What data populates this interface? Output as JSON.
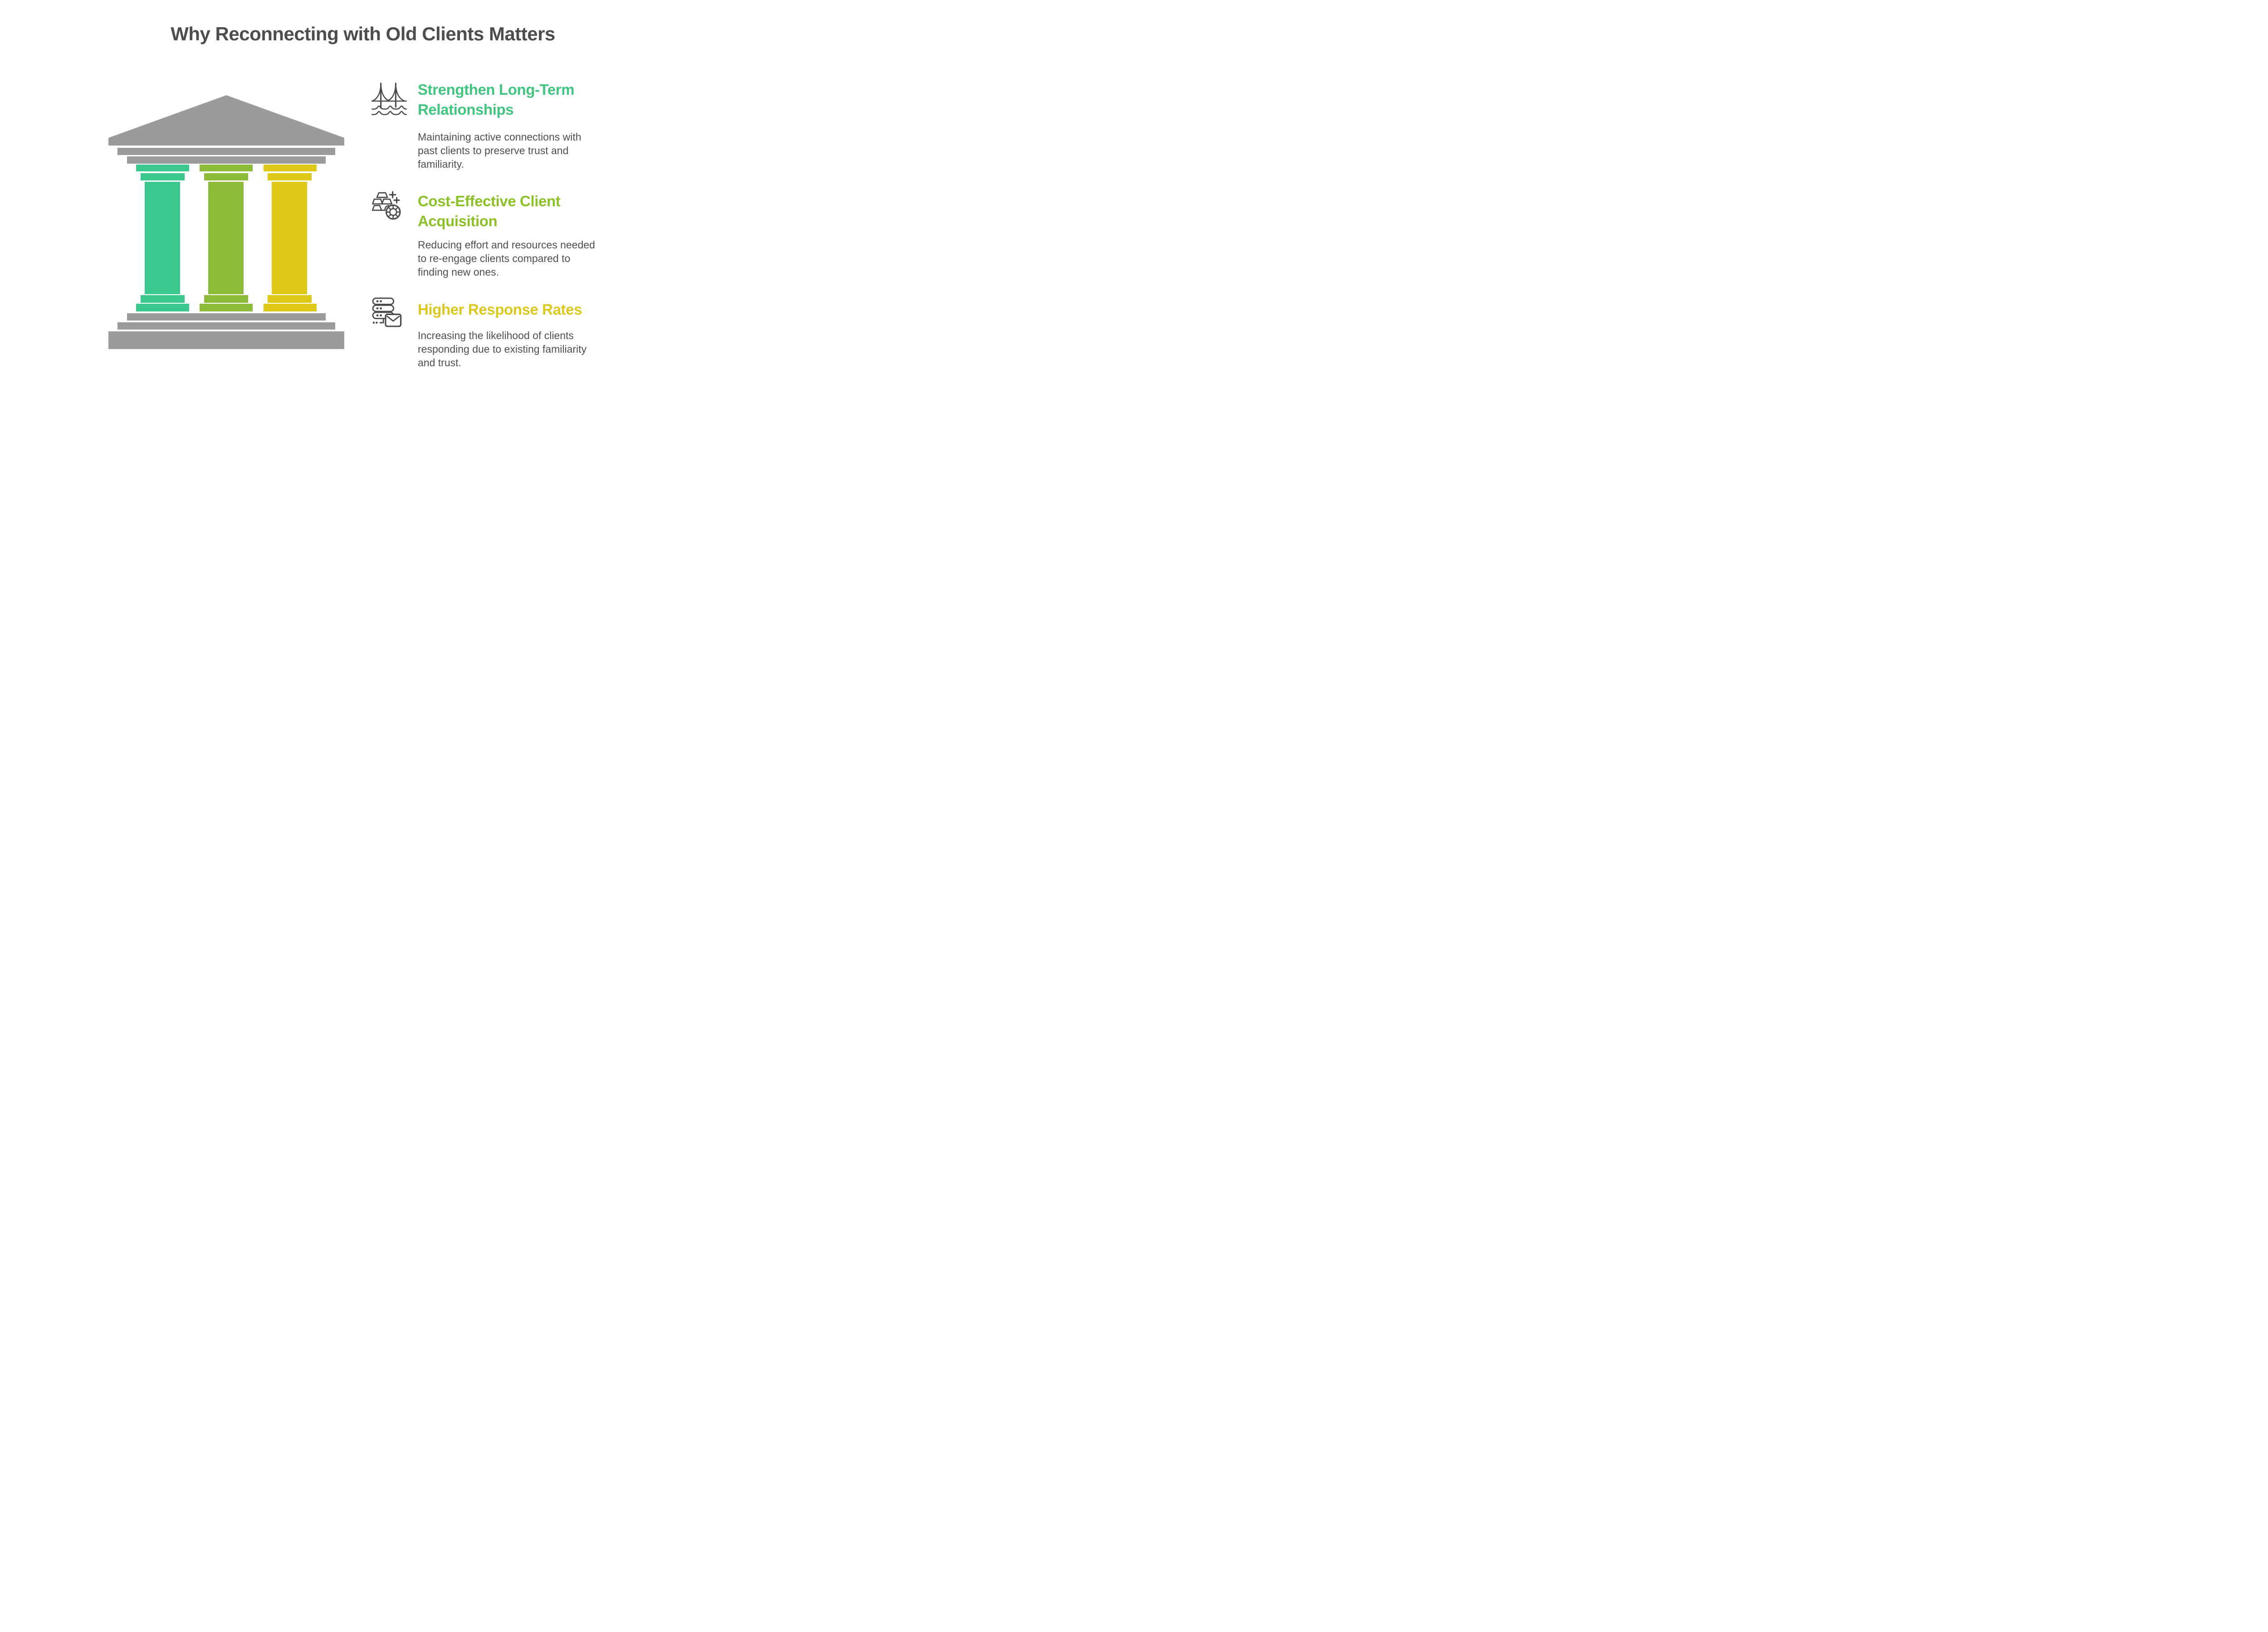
{
  "page": {
    "title": "Why Reconnecting with Old Clients Matters",
    "background_color": "#ffffff"
  },
  "colors": {
    "title_text": "#4d4d4d",
    "body_text": "#4f4f4f",
    "icon_stroke": "#4a4a4a",
    "temple_gray": "#9b9b9b",
    "pillar_teal": "#3cc78c",
    "pillar_green": "#8cbb3a",
    "pillar_yellow": "#e0c916",
    "heading_green": "#41c581",
    "heading_lime": "#8cc227",
    "heading_yellow": "#dcc81f"
  },
  "temple": {
    "description": "Greek temple illustration with gray pediment, three colored pillars and gray steps",
    "pillars": [
      {
        "name": "teal-pillar",
        "color": "#3cc78c"
      },
      {
        "name": "green-pillar",
        "color": "#8cbb3a"
      },
      {
        "name": "yellow-pillar",
        "color": "#e0c916"
      }
    ]
  },
  "sections": [
    {
      "icon": "bridge-icon",
      "accent": "#41c581",
      "title": "Strengthen Long-Term\nRelationships",
      "description": "Maintaining active connections with\npast clients to preserve trust and\nfamiliarity."
    },
    {
      "icon": "gold-bars-icon",
      "accent": "#8cc227",
      "title": "Cost-Effective Client\nAcquisition",
      "description": "Reducing effort and resources needed\nto re-engage clients compared to\nfinding new ones."
    },
    {
      "icon": "server-mail-icon",
      "accent": "#dcc81f",
      "title": "Higher Response Rates",
      "description": "Increasing the likelihood of clients\nresponding due to existing familiarity\nand trust."
    }
  ]
}
